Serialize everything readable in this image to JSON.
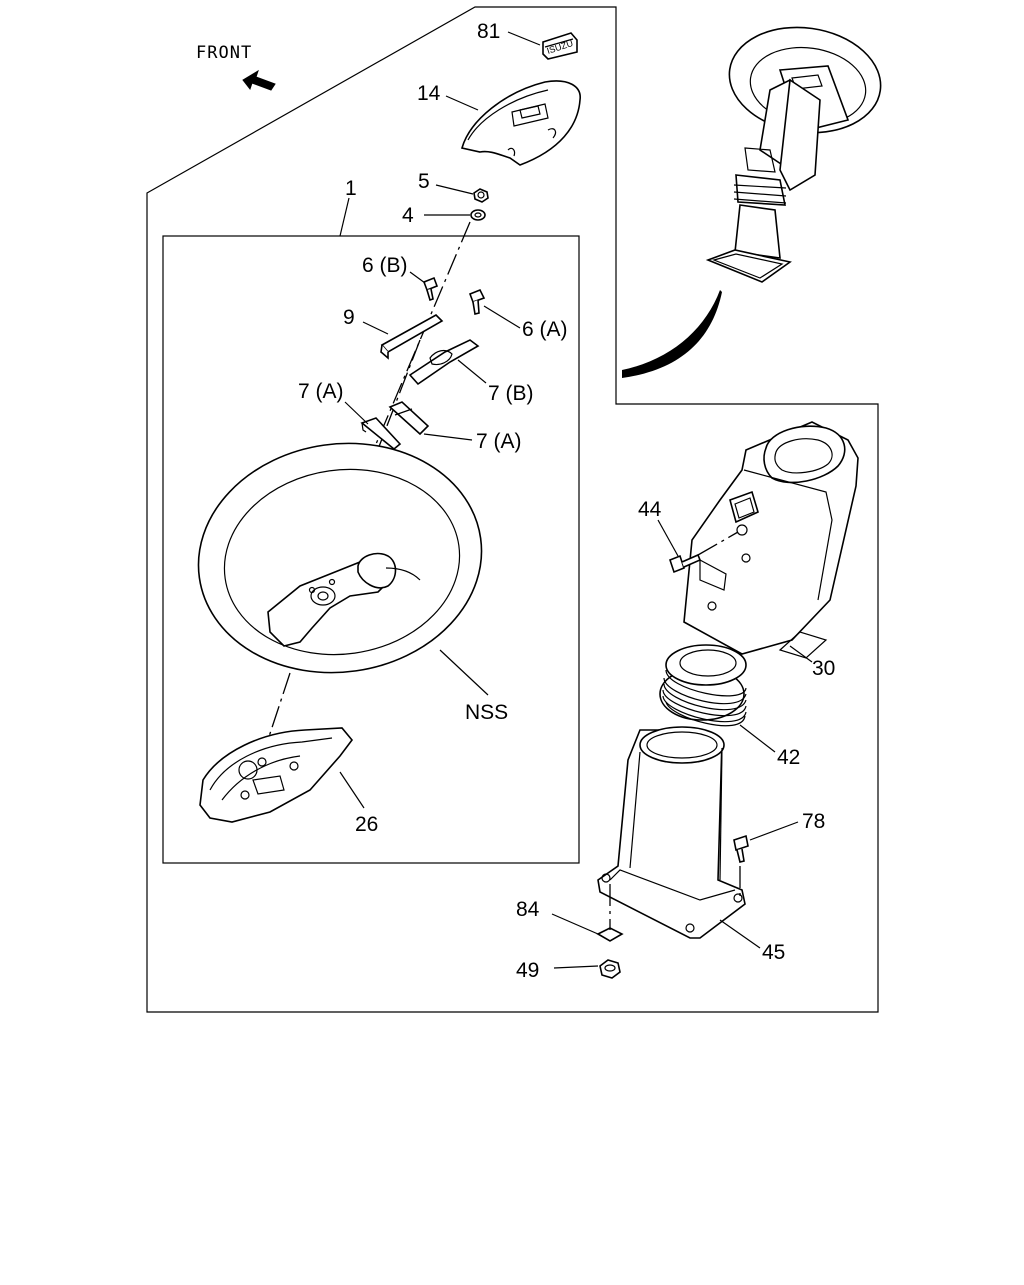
{
  "diagram": {
    "front_label": "FRONT",
    "callouts": {
      "c81": "81",
      "c14": "14",
      "c5": "5",
      "c4": "4",
      "c1": "1",
      "c6b": "6 (B)",
      "c9": "9",
      "c6a": "6 (A)",
      "c7b": "7 (B)",
      "c7a_left": "7 (A)",
      "c7a_right": "7 (A)",
      "cNSS": "NSS",
      "c26": "26",
      "c44": "44",
      "c30": "30",
      "c42": "42",
      "c78": "78",
      "c84": "84",
      "c45": "45",
      "c49": "49"
    },
    "badge_text": "ISUZU"
  }
}
